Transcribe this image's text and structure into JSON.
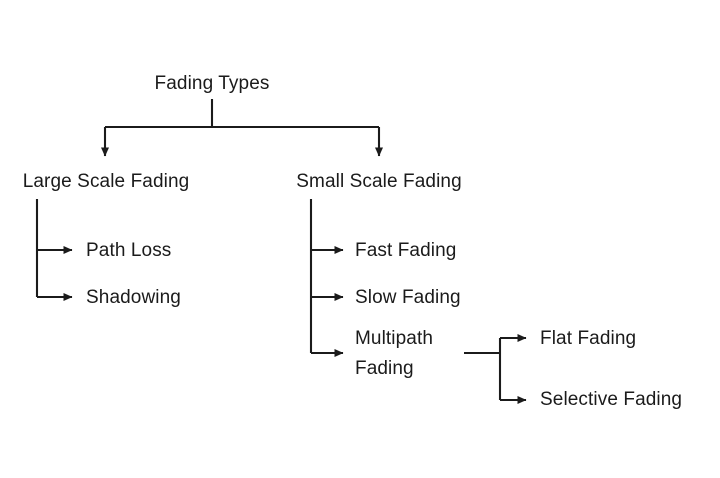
{
  "diagram": {
    "title": "Fading Types",
    "background_color": "#ffffff",
    "line_color": "#1b1b1b",
    "text_color": "#1b1b1b",
    "nodes": {
      "root": "Fading Types",
      "large_scale": "Large Scale Fading",
      "small_scale": "Small Scale Fading",
      "path_loss": "Path Loss",
      "shadowing": "Shadowing",
      "fast_fading": "Fast Fading",
      "slow_fading": "Slow Fading",
      "multipath_fading": "Multipath\nFading",
      "flat_fading": "Flat Fading",
      "selective_fading": "Selective Fading"
    }
  }
}
